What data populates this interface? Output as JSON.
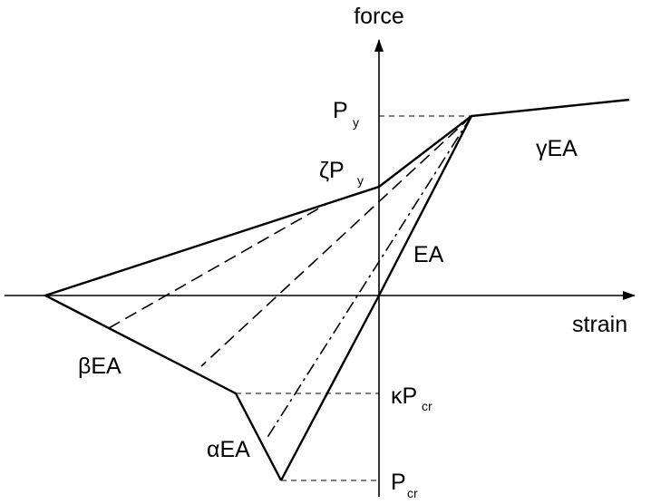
{
  "axes": {
    "y_label": "force",
    "x_label": "strain"
  },
  "levels": {
    "py": {
      "main": "P",
      "sub": "y"
    },
    "zeta_py": {
      "main": "ζP",
      "sub": "y"
    },
    "kappa_pcr": {
      "main": "κP",
      "sub": "cr"
    },
    "pcr": {
      "main": "P",
      "sub": "cr"
    }
  },
  "stiffness_labels": {
    "gamma": "γEA",
    "ea": "EA",
    "beta": "βEA",
    "alpha": "αEA"
  }
}
